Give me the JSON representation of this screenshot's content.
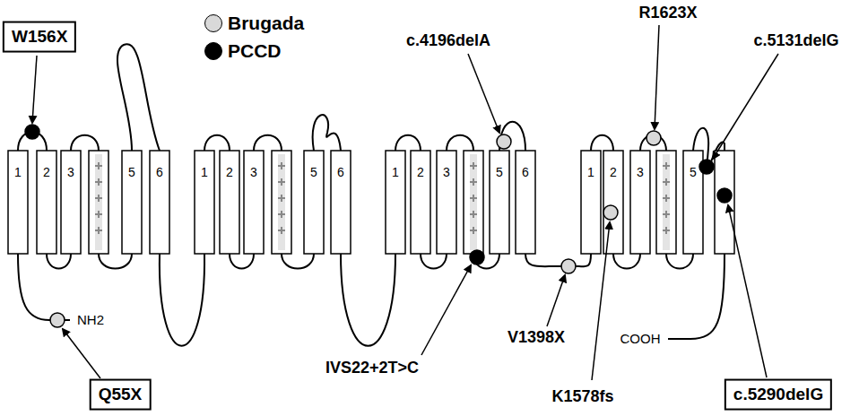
{
  "diagram": {
    "nodes": [
      {
        "text": [
          "W156X"
        ]
      },
      {
        "text": [
          "Q55X"
        ]
      },
      {
        "text": [
          "c.5290delG"
        ]
      }
    ],
    "labels": [
      "1",
      "2",
      "3",
      "5",
      "6",
      "1",
      "2",
      "3",
      "5",
      "6",
      "1",
      "2",
      "3",
      "5",
      "6",
      "1",
      "2",
      "3",
      "5",
      "c.4196delA",
      "R1623X",
      "c.5131delG",
      "IVS22+2T>C",
      "V1398X",
      "K1578fs",
      "NH2",
      "COOH"
    ],
    "legend": [
      {
        "text": "Brugada",
        "color": "#d9d9d9"
      },
      {
        "text": "PCCD",
        "color": "#000000"
      }
    ]
  }
}
